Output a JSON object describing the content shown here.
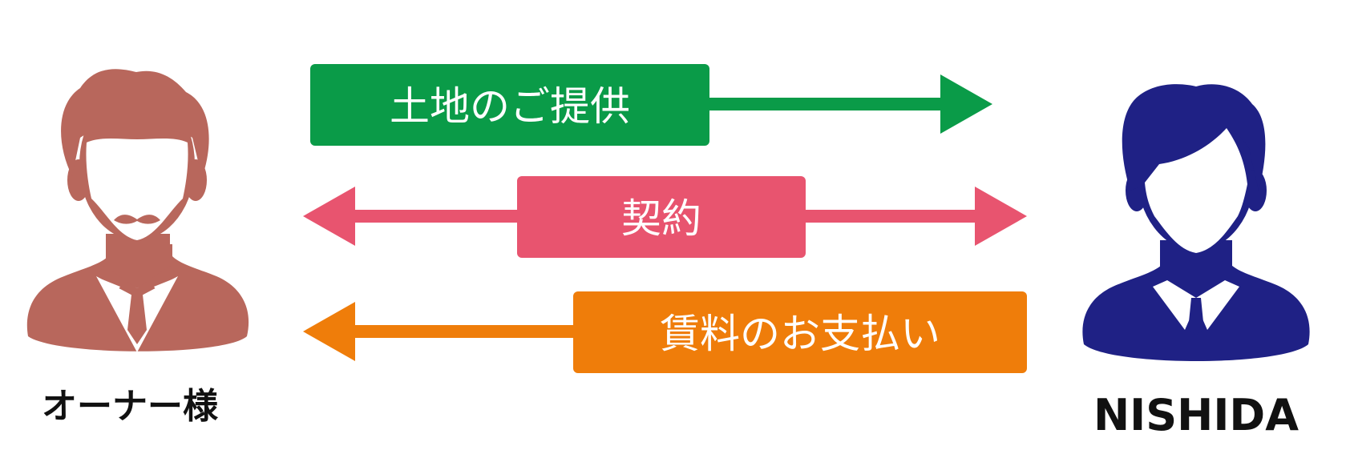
{
  "parties": {
    "owner": {
      "label": "オーナー様",
      "icon": "owner-person-icon",
      "color": "#b8675c"
    },
    "company": {
      "label": "NISHIDA",
      "icon": "company-person-icon",
      "color": "#1f2185"
    }
  },
  "flows": [
    {
      "label": "土地のご提供",
      "direction": "owner-to-company",
      "color": "#0a9b48"
    },
    {
      "label": "契約",
      "direction": "bidirectional",
      "color": "#e8546f"
    },
    {
      "label": "賃料のお支払い",
      "direction": "company-to-owner",
      "color": "#ef7d0a"
    }
  ]
}
